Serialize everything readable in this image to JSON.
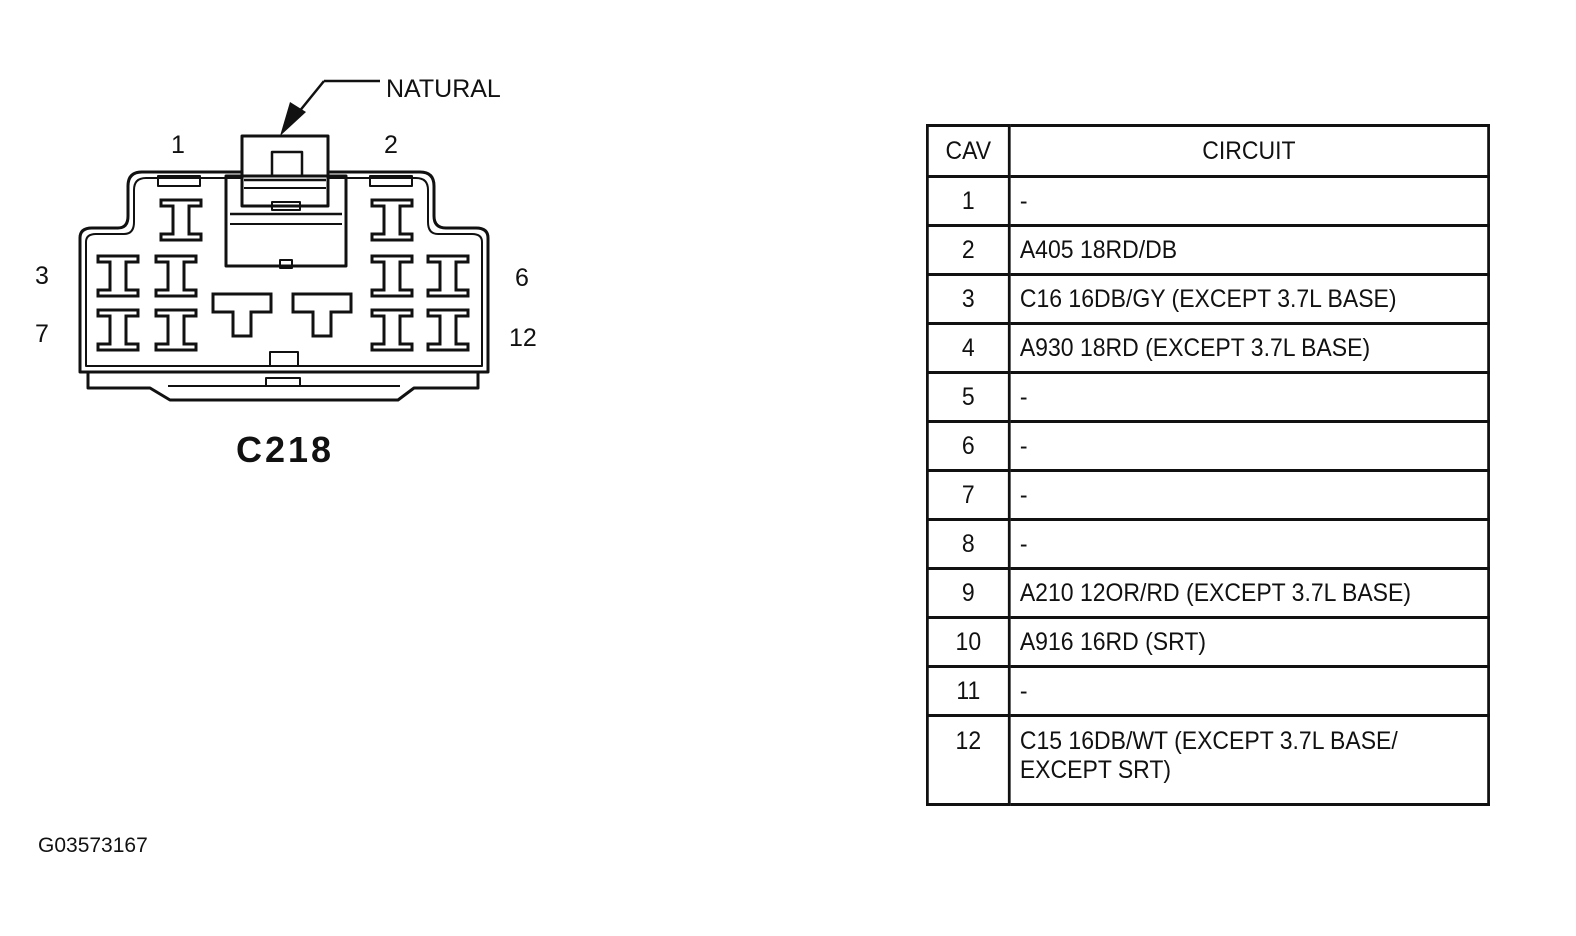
{
  "diagram": {
    "connector_name": "C218",
    "callout_label": "NATURAL",
    "pin_labels": {
      "p1": "1",
      "p2": "2",
      "p3": "3",
      "p6": "6",
      "p7": "7",
      "p12": "12"
    }
  },
  "table": {
    "headers": {
      "cav": "CAV",
      "circuit": "CIRCUIT"
    },
    "rows": [
      {
        "cav": "1",
        "circuit": "-"
      },
      {
        "cav": "2",
        "circuit": "A405 18RD/DB"
      },
      {
        "cav": "3",
        "circuit": "C16 16DB/GY (EXCEPT 3.7L BASE)"
      },
      {
        "cav": "4",
        "circuit": "A930 18RD (EXCEPT 3.7L BASE)"
      },
      {
        "cav": "5",
        "circuit": "-"
      },
      {
        "cav": "6",
        "circuit": "-"
      },
      {
        "cav": "7",
        "circuit": "-"
      },
      {
        "cav": "8",
        "circuit": "-"
      },
      {
        "cav": "9",
        "circuit": "A210 12OR/RD (EXCEPT 3.7L BASE)"
      },
      {
        "cav": "10",
        "circuit": "A916 16RD (SRT)"
      },
      {
        "cav": "11",
        "circuit": "-"
      },
      {
        "cav": "12",
        "circuit": "C15 16DB/WT (EXCEPT 3.7L BASE/",
        "circuit_line2": "EXCEPT SRT)"
      }
    ]
  },
  "figure_id": "G03573167"
}
